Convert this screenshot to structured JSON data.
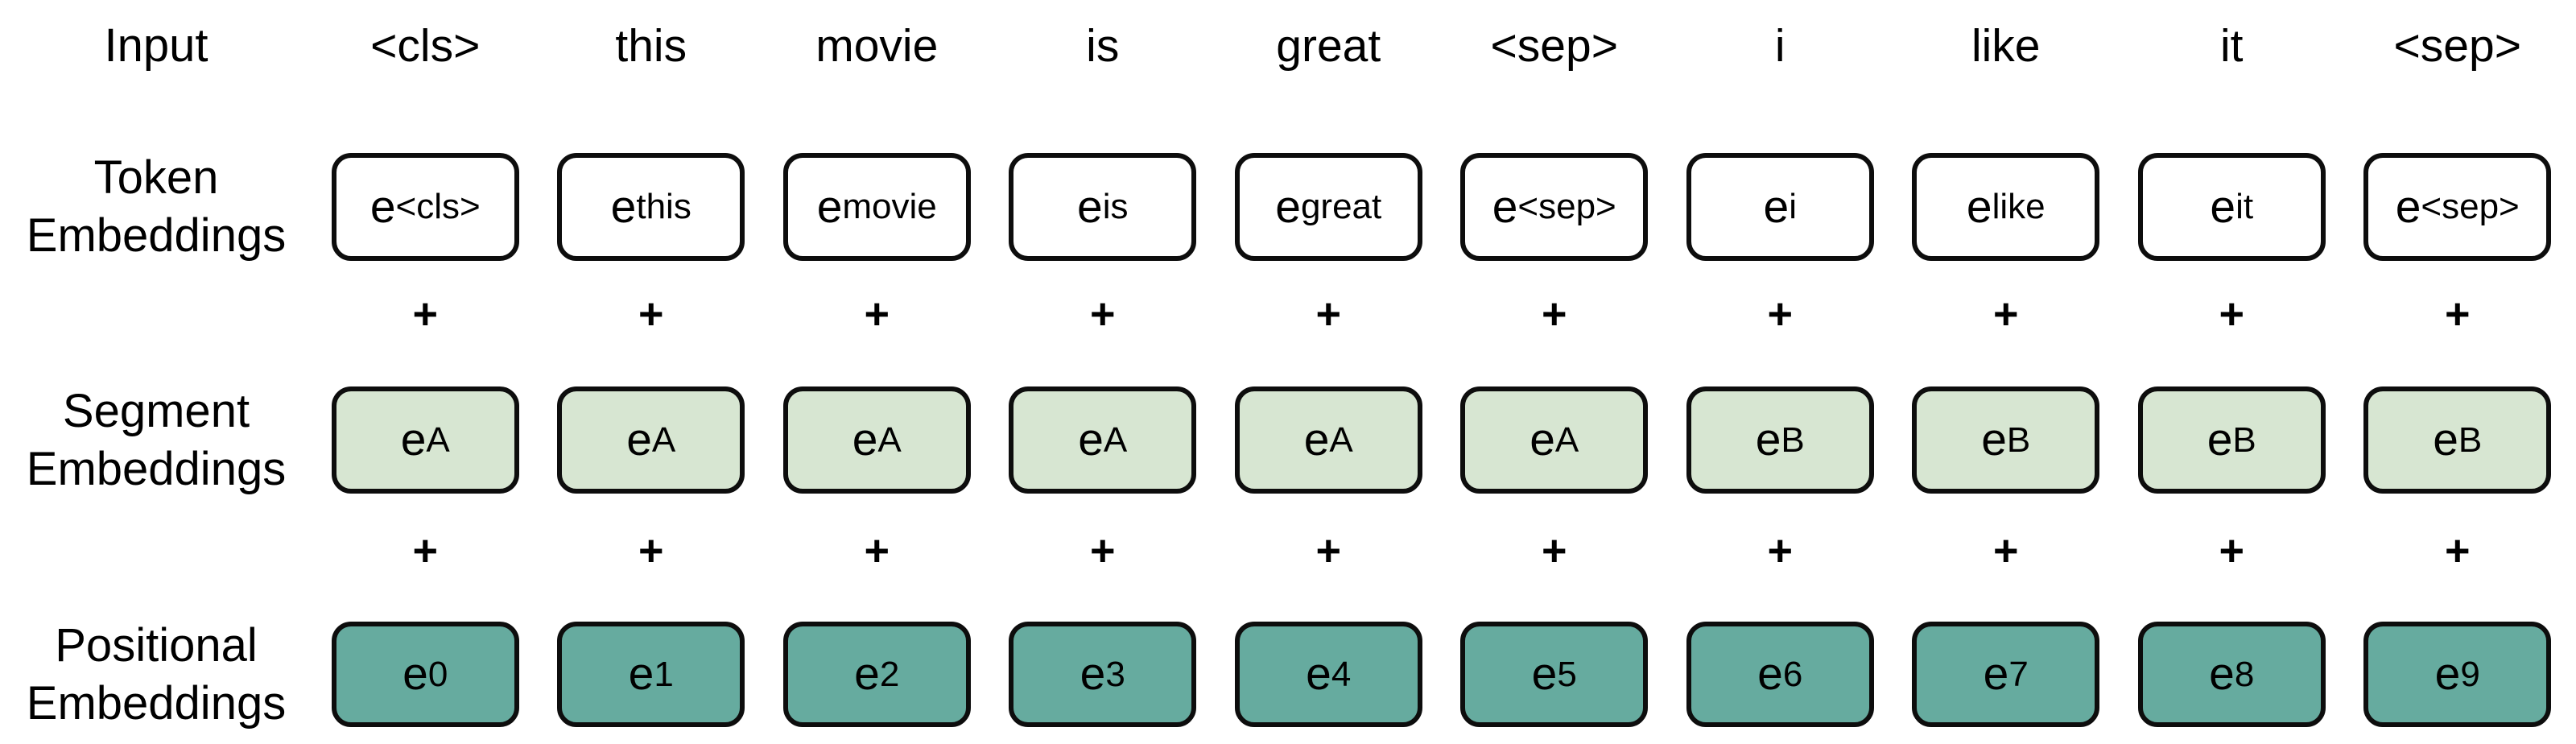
{
  "figure": {
    "title_semantics": "BERT input representation: token, segment and positional embeddings are summed",
    "plus": "+",
    "embedding_symbol": "e",
    "row_labels": {
      "input": "Input",
      "token_line1": "Token",
      "token_line2": "Embeddings",
      "segment_line1": "Segment",
      "segment_line2": "Embeddings",
      "positional_line1": "Positional",
      "positional_line2": "Embeddings"
    },
    "colors": {
      "token_box_fill": "#ffffff",
      "segment_box_fill": "#d7e6d2",
      "positional_box_fill": "#66ab9f",
      "box_border": "#0d0d0d",
      "text": "#000000",
      "background": "#ffffff"
    },
    "columns": [
      {
        "input": "<cls>",
        "token_sub": "<cls>",
        "segment_sub": "A",
        "position_sub": "0"
      },
      {
        "input": "this",
        "token_sub": "this",
        "segment_sub": "A",
        "position_sub": "1"
      },
      {
        "input": "movie",
        "token_sub": "movie",
        "segment_sub": "A",
        "position_sub": "2"
      },
      {
        "input": "is",
        "token_sub": "is",
        "segment_sub": "A",
        "position_sub": "3"
      },
      {
        "input": "great",
        "token_sub": "great",
        "segment_sub": "A",
        "position_sub": "4"
      },
      {
        "input": "<sep>",
        "token_sub": "<sep>",
        "segment_sub": "A",
        "position_sub": "5"
      },
      {
        "input": "i",
        "token_sub": "i",
        "segment_sub": "B",
        "position_sub": "6"
      },
      {
        "input": "like",
        "token_sub": "like",
        "segment_sub": "B",
        "position_sub": "7"
      },
      {
        "input": "it",
        "token_sub": "it",
        "segment_sub": "B",
        "position_sub": "8"
      },
      {
        "input": "<sep>",
        "token_sub": "<sep>",
        "segment_sub": "B",
        "position_sub": "9"
      }
    ]
  }
}
